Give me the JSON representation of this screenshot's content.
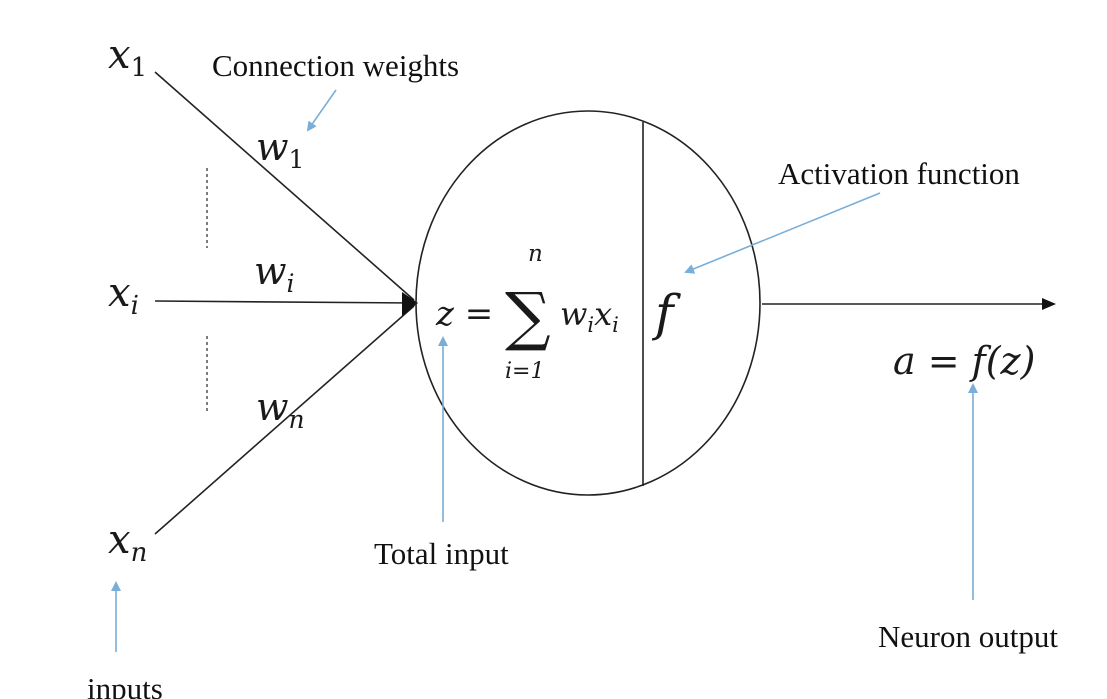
{
  "inputs": {
    "x1": {
      "base": "x",
      "sub": "1"
    },
    "xi": {
      "base": "x",
      "sub": "i"
    },
    "xn": {
      "base": "x",
      "sub": "n"
    }
  },
  "weights": {
    "w1": {
      "base": "w",
      "sub": "1"
    },
    "wi": {
      "base": "w",
      "sub": "i"
    },
    "wn": {
      "base": "w",
      "sub": "n"
    }
  },
  "neuron": {
    "total_input_lhs": "z =",
    "sum_upper": "n",
    "sum_lower": "i=1",
    "sum_symbol": "∑",
    "sum_term_w": "w",
    "sum_term_w_sub": "i",
    "sum_term_x": "x",
    "sum_term_x_sub": "i",
    "activation_symbol": "f"
  },
  "output": {
    "formula": "a = f(z)"
  },
  "annotations": {
    "connection_weights": "Connection weights",
    "activation_function": "Activation function",
    "total_input": "Total input",
    "neuron_output": "Neuron output",
    "inputs": "inputs"
  },
  "colors": {
    "pointer": "#7aaed8",
    "line": "#222222"
  }
}
